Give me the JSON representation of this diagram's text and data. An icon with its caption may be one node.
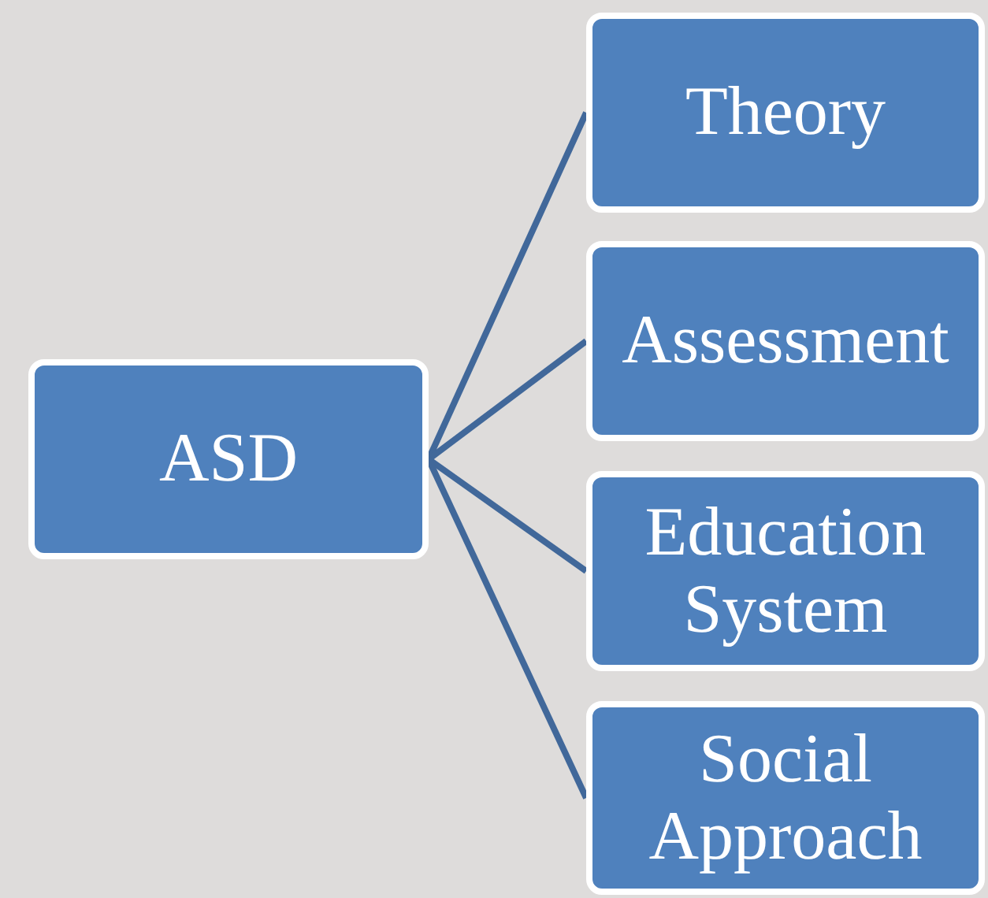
{
  "diagram": {
    "nodes": [
      {
        "text": [
          "ASD"
        ]
      },
      {
        "text": [
          "Theory"
        ]
      },
      {
        "text": [
          "Assessment"
        ]
      },
      {
        "text": [
          "Education System"
        ]
      },
      {
        "text": [
          "Social Approach"
        ]
      }
    ],
    "edges": [
      {
        "from": 0,
        "to": 1,
        "arrow": "none"
      },
      {
        "from": 0,
        "to": 2,
        "arrow": "none"
      },
      {
        "from": 0,
        "to": 3,
        "arrow": "none"
      },
      {
        "from": 0,
        "to": 4,
        "arrow": "none"
      }
    ]
  }
}
